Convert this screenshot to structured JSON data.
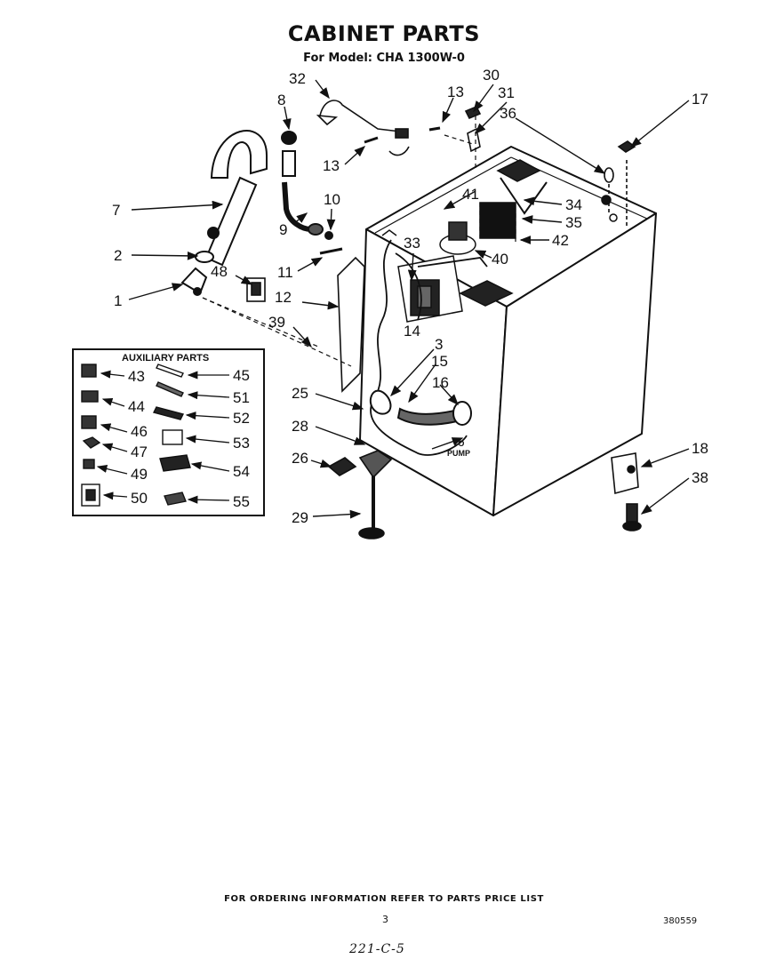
{
  "header": {
    "title": "CABINET PARTS",
    "subtitle": "For Model: CHA 1300W-0"
  },
  "diagram": {
    "callouts": [
      "1",
      "2",
      "3",
      "7",
      "8",
      "9",
      "10",
      "11",
      "12",
      "13",
      "13",
      "14",
      "15",
      "16",
      "17",
      "18",
      "25",
      "26",
      "28",
      "29",
      "30",
      "31",
      "32",
      "33",
      "34",
      "35",
      "36",
      "38",
      "39",
      "40",
      "41",
      "42",
      "48"
    ],
    "inline_labels": {
      "to": "TO",
      "pump": "PUMP"
    }
  },
  "auxiliary_parts": {
    "title": "AUXILIARY PARTS",
    "left_column": [
      "43",
      "44",
      "46",
      "47",
      "49",
      "50"
    ],
    "right_column": [
      "45",
      "51",
      "52",
      "53",
      "54",
      "55"
    ]
  },
  "footer": {
    "ordering_note": "FOR ORDERING INFORMATION REFER TO PARTS PRICE LIST",
    "page_number": "3",
    "document_number": "380559",
    "handwritten_note": "221-C-5"
  }
}
